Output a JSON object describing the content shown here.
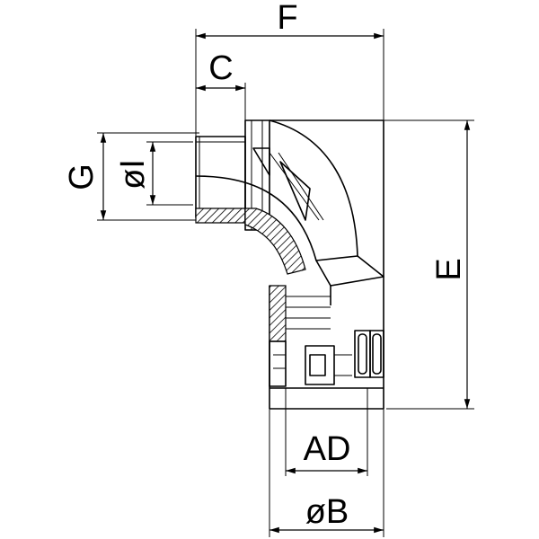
{
  "dimensions": {
    "F": "F",
    "C": "C",
    "G": "G",
    "I": "øI",
    "E": "E",
    "AD": "AD",
    "B": "øB"
  },
  "colors": {
    "line": "#000000",
    "background": "#ffffff"
  }
}
